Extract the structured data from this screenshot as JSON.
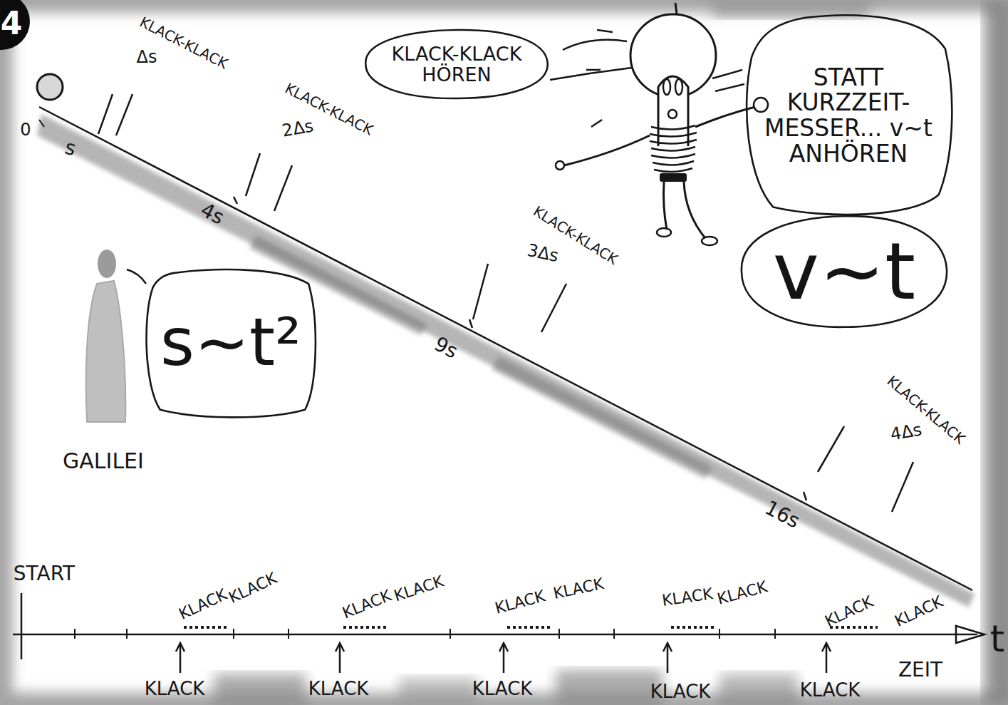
{
  "diagram": {
    "nodes": [
      {
        "text": [
          "KLACK-KLACK HÖREN"
        ]
      },
      {
        "text": [
          "STATT KURZZEIT- MESSER... v~t ANHÖREN"
        ]
      },
      {
        "text": [
          "v~t"
        ]
      },
      {
        "text": [
          "s~t²"
        ]
      }
    ],
    "labels": [
      "4",
      "0",
      "s",
      "4s",
      "9s",
      "16s",
      "KLACK-KLACK",
      "Δs",
      "KLACK-KLACK",
      "2Δs",
      "KLACK-KLACK",
      "3Δs",
      "KLACK-KLACK",
      "4Δs",
      "GALILEI",
      "START",
      "KLACK",
      "KLACK",
      "KLACK",
      "KLACK",
      "KLACK",
      "KLACK",
      "KLACK",
      "KLACK",
      "KLACK",
      "KLACK",
      "KLACK",
      "KLACK",
      "KLACK",
      "KLACK",
      "KLACK",
      "ZEIT",
      "t"
    ]
  }
}
